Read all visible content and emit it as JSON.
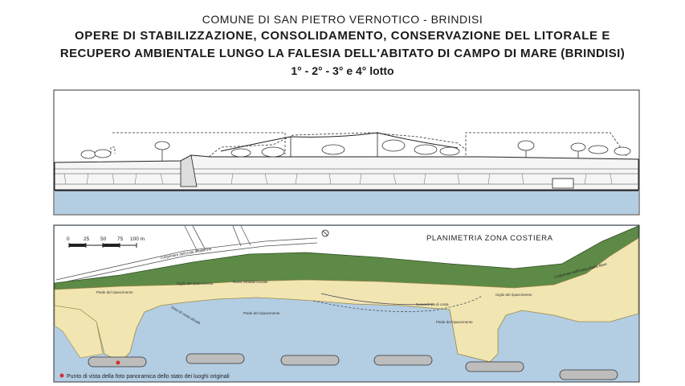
{
  "header": {
    "line1": "COMUNE DI SAN PIETRO VERNOTICO - BRINDISI",
    "line2": "OPERE DI STABILIZZAZIONE, CONSOLIDAMENTO, CONSERVAZIONE DEL LITORALE E",
    "line3": "RECUPERO AMBIENTALE LUNGO LA FALESIA DELL'ABITATO DI CAMPO DI MARE (BRINDISI)",
    "line4": "1° - 2° - 3° e 4° lotto"
  },
  "plan": {
    "title": "PLANIMETRIA ZONA COSTIERA",
    "scale_ticks": [
      "0",
      "25",
      "50",
      "75",
      "100 m"
    ],
    "street_left": "Lungomare dell'Unità d'Italia Via",
    "street_right": "Lungomare dell'Unità d'Italia Mare",
    "labels": [
      "Piede del ripascimento",
      "Cigilo del ripascimento",
      "Nuovi Stradali Dunale",
      "Piede del ripascimento",
      "Nuova linea di costa",
      "Cigilo del ripascimento",
      "Piede del ripascimento",
      "linea di costa attuale"
    ],
    "legend": "Punto di vista della foto panoramica dello stato dei luoghi originali"
  },
  "colors": {
    "sea": "#b3cde3",
    "beach": "#f1e6b2",
    "vegetation": "#5e8a47",
    "land": "#ffffff",
    "marker": "#d32f2f"
  }
}
